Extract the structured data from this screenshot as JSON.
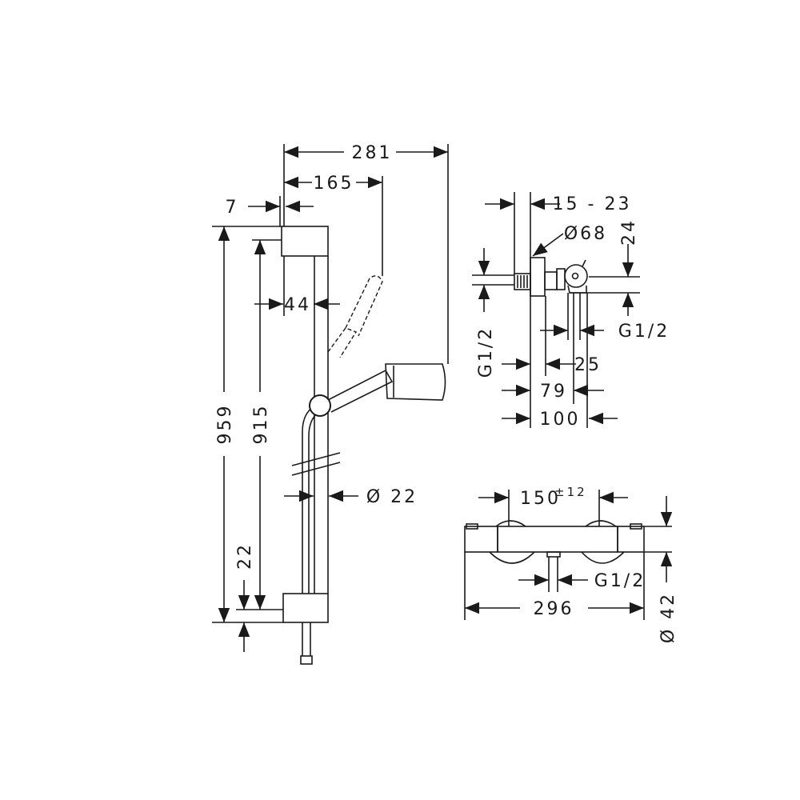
{
  "rail_set": {
    "width_total": "281",
    "handshower_offset": "165",
    "wall_gap": "7",
    "bracket_depth": "44",
    "height_total": "959",
    "rail_height": "915",
    "bottom_offset": "22",
    "rail_diameter": "Ø 22"
  },
  "thermostat_side": {
    "wall_depth": "15 - 23",
    "rosette_diameter": "Ø68",
    "axis_offset": "24",
    "inlet_thread": "G1/2",
    "outlet_thread": "G1/2",
    "dim_25": "25",
    "dim_79": "79",
    "dim_100": "100"
  },
  "thermostat_front": {
    "inlet_spacing": "150",
    "inlet_tolerance": "±12",
    "outlet_thread": "G1/2",
    "total_width": "296",
    "body_diameter": "Ø 42"
  }
}
